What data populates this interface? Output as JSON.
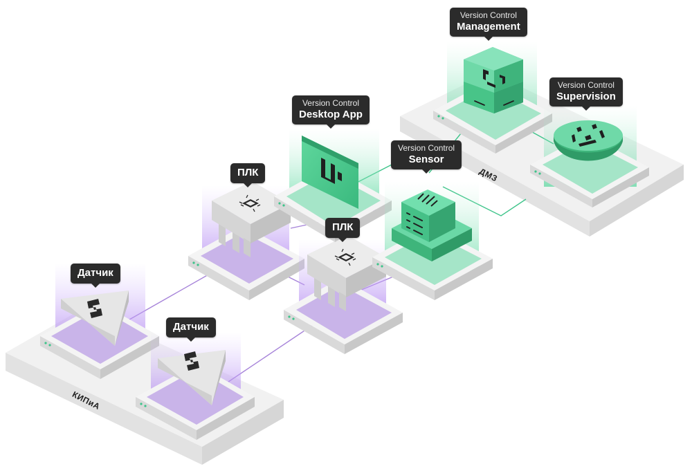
{
  "zones": {
    "kipia": "КИПиА",
    "dmz": "ДМЗ"
  },
  "labels": {
    "sensor_1": {
      "title": "Датчик"
    },
    "sensor_2": {
      "title": "Датчик"
    },
    "plc_1": {
      "title": "ПЛК"
    },
    "plc_2": {
      "title": "ПЛК"
    },
    "desktop_app": {
      "line1": "Version Control",
      "line2": "Desktop App"
    },
    "vc_sensor": {
      "line1": "Version Control",
      "line2": "Sensor"
    },
    "management": {
      "line1": "Version Control",
      "line2": "Management"
    },
    "supervision": {
      "line1": "Version Control",
      "line2": "Supervision"
    }
  },
  "colors": {
    "green_accent": "#3ec48a",
    "purple_accent": "#a980e0",
    "dark_label": "#2b2b2b",
    "platform_gray": "#eeeeee"
  },
  "icons": {
    "sensor": "sensor-chip-icon",
    "plc": "cpu-chip-icon",
    "desktop_app": "v-logo-icon",
    "vc_sensor": "barcode-icon",
    "management": "management-bracket-icon",
    "supervision": "supervision-dots-icon"
  }
}
